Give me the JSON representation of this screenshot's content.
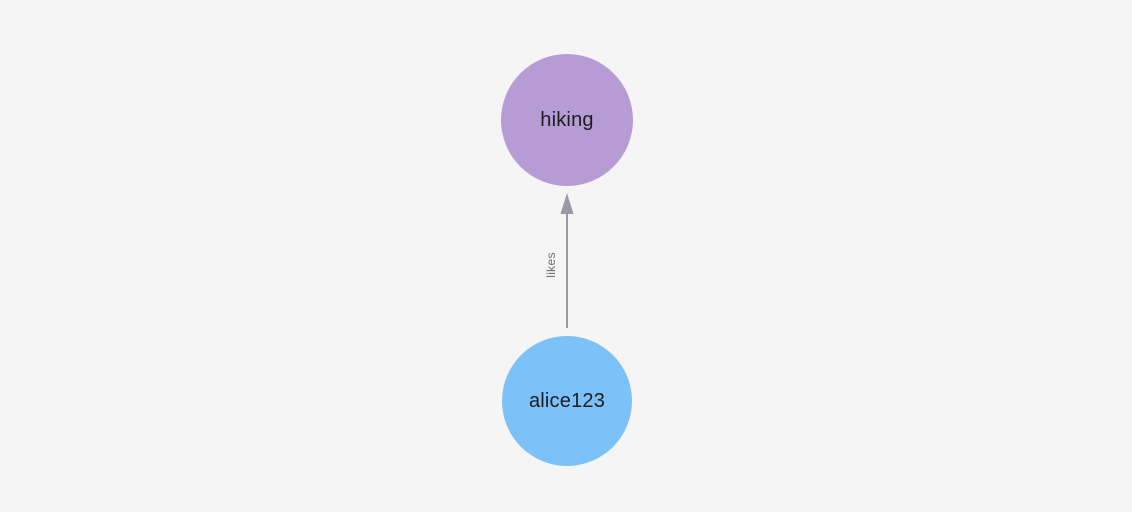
{
  "canvas": {
    "background": "#f4f5f4"
  },
  "graph": {
    "nodes": [
      {
        "id": "hiking",
        "label": "hiking",
        "color": "#b79bd4",
        "text_color": "#1d1d1f",
        "role": "target"
      },
      {
        "id": "alice123",
        "label": "alice123",
        "color": "#7cc1f7",
        "text_color": "#1d1d1f",
        "role": "source"
      }
    ],
    "edge": {
      "label": "likes",
      "from": "alice123",
      "to": "hiking",
      "color": "#9a9aa2",
      "label_color": "#6e6e6e"
    }
  }
}
